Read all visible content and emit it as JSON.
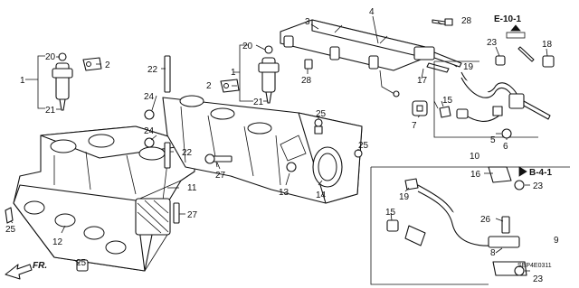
{
  "callouts": {
    "c1a": "1",
    "c1b": "1",
    "c2a": "2",
    "c2b": "2",
    "c3": "3",
    "c4": "4",
    "c5": "5",
    "c6": "6",
    "c7": "7",
    "c8": "8",
    "c9": "9",
    "c10": "10",
    "c11": "11",
    "c12": "12",
    "c13": "13",
    "c14": "14",
    "c15a": "15",
    "c15b": "15",
    "c16": "16",
    "c17": "17",
    "c18": "18",
    "c19a": "19",
    "c19b": "19",
    "c20a": "20",
    "c20b": "20",
    "c21a": "21",
    "c21b": "21",
    "c22a": "22",
    "c22b": "22",
    "c23a": "23",
    "c23b": "23",
    "c23c": "23",
    "c24a": "24",
    "c24b": "24",
    "c25a": "25",
    "c25b": "25",
    "c25c": "25",
    "c25d": "25",
    "c26": "26",
    "c27a": "27",
    "c27b": "27",
    "c28a": "28",
    "c28b": "28"
  },
  "refs": {
    "e10": "E-10-1",
    "b41": "B-4-1"
  },
  "direction_label": "FR.",
  "diagram_code": "SEP4E0311",
  "colors": {
    "line": "#111111",
    "background": "#ffffff"
  }
}
